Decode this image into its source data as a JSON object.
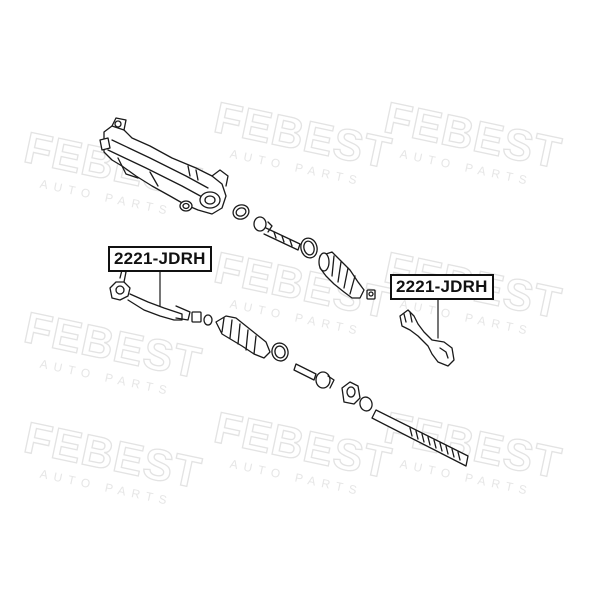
{
  "watermark": {
    "brand": "FEBEST",
    "subtitle": "AUTO PARTS"
  },
  "callouts": [
    {
      "part_number": "2221-JDRH",
      "side": "left"
    },
    {
      "part_number": "2221-JDRH",
      "side": "right"
    }
  ],
  "colors": {
    "line": "#1a1a1a",
    "watermark": "#e3e3e3",
    "label_border": "#111111"
  }
}
